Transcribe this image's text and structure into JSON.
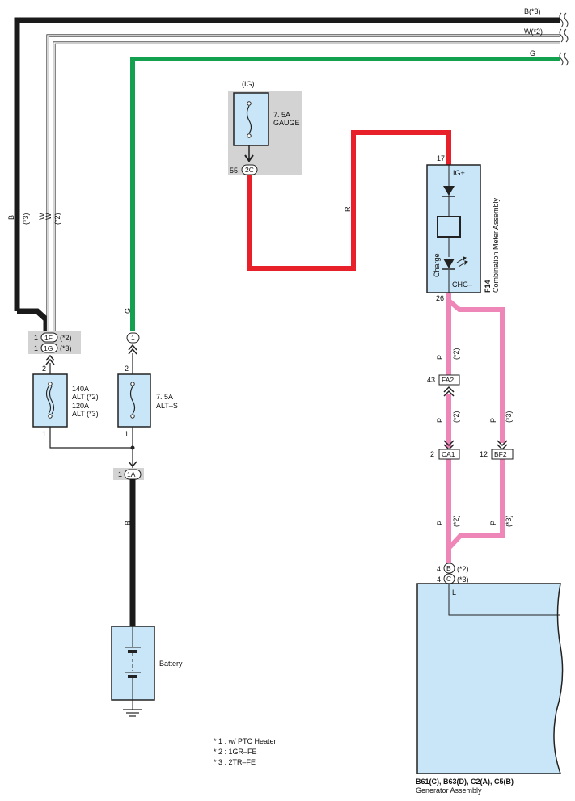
{
  "wires": {
    "b_top": "B(*3)",
    "w_top": "W(*2)",
    "g_top": "G",
    "b_left": "B",
    "b_left_note": "(*3)",
    "w_left1": "W",
    "w_left2": "W",
    "w_left2_note": "(*2)",
    "g_left": "G",
    "r": "R",
    "b_battery": "B",
    "p": "P",
    "note2": "(*2)",
    "note3": "(*3)"
  },
  "gauge_fuse": {
    "source": "(IG)",
    "rating": "7. 5A",
    "name": "GAUGE",
    "pin": "55",
    "connector": "2C"
  },
  "meter": {
    "pin_in": "17",
    "pin_out": "26",
    "ig_label": "IG+",
    "chg_label": "CHG–",
    "charge_label": "Charge",
    "code": "F14",
    "name": "Combination Meter Assembly"
  },
  "alt_fuse": {
    "pin1_f": "1",
    "conn_f": "1F",
    "note_f": "(*2)",
    "pin1_g": "1",
    "conn_g": "1G",
    "note_g": "(*3)",
    "pin_top": "2",
    "pin_bottom": "1",
    "line1": "140A",
    "line2": "ALT (*2)",
    "line3": "120A",
    "line4": "ALT (*3)"
  },
  "alts_fuse": {
    "conn": "1",
    "pin_top": "2",
    "pin_bottom": "1",
    "rating": "7. 5A",
    "name": "ALT–S"
  },
  "battery_conn": {
    "pin": "1",
    "conn": "1A"
  },
  "battery": {
    "label": "Battery"
  },
  "connectors": {
    "fa2_pin": "43",
    "fa2": "FA2",
    "ca1_pin": "2",
    "ca1": "CA1",
    "bf2_pin": "12",
    "bf2": "BF2",
    "b_pin": "4",
    "b": "B",
    "b_note": "(*2)",
    "c_pin": "4",
    "c": "C",
    "c_note": "(*3)"
  },
  "generator": {
    "terminal": "L",
    "codes": "B61(C), B63(D), C2(A), C5(B)",
    "name": "Generator Assembly"
  },
  "notes": [
    "* 1 : w/ PTC Heater",
    "* 2 : 1GR–FE",
    "* 3 : 2TR–FE"
  ]
}
